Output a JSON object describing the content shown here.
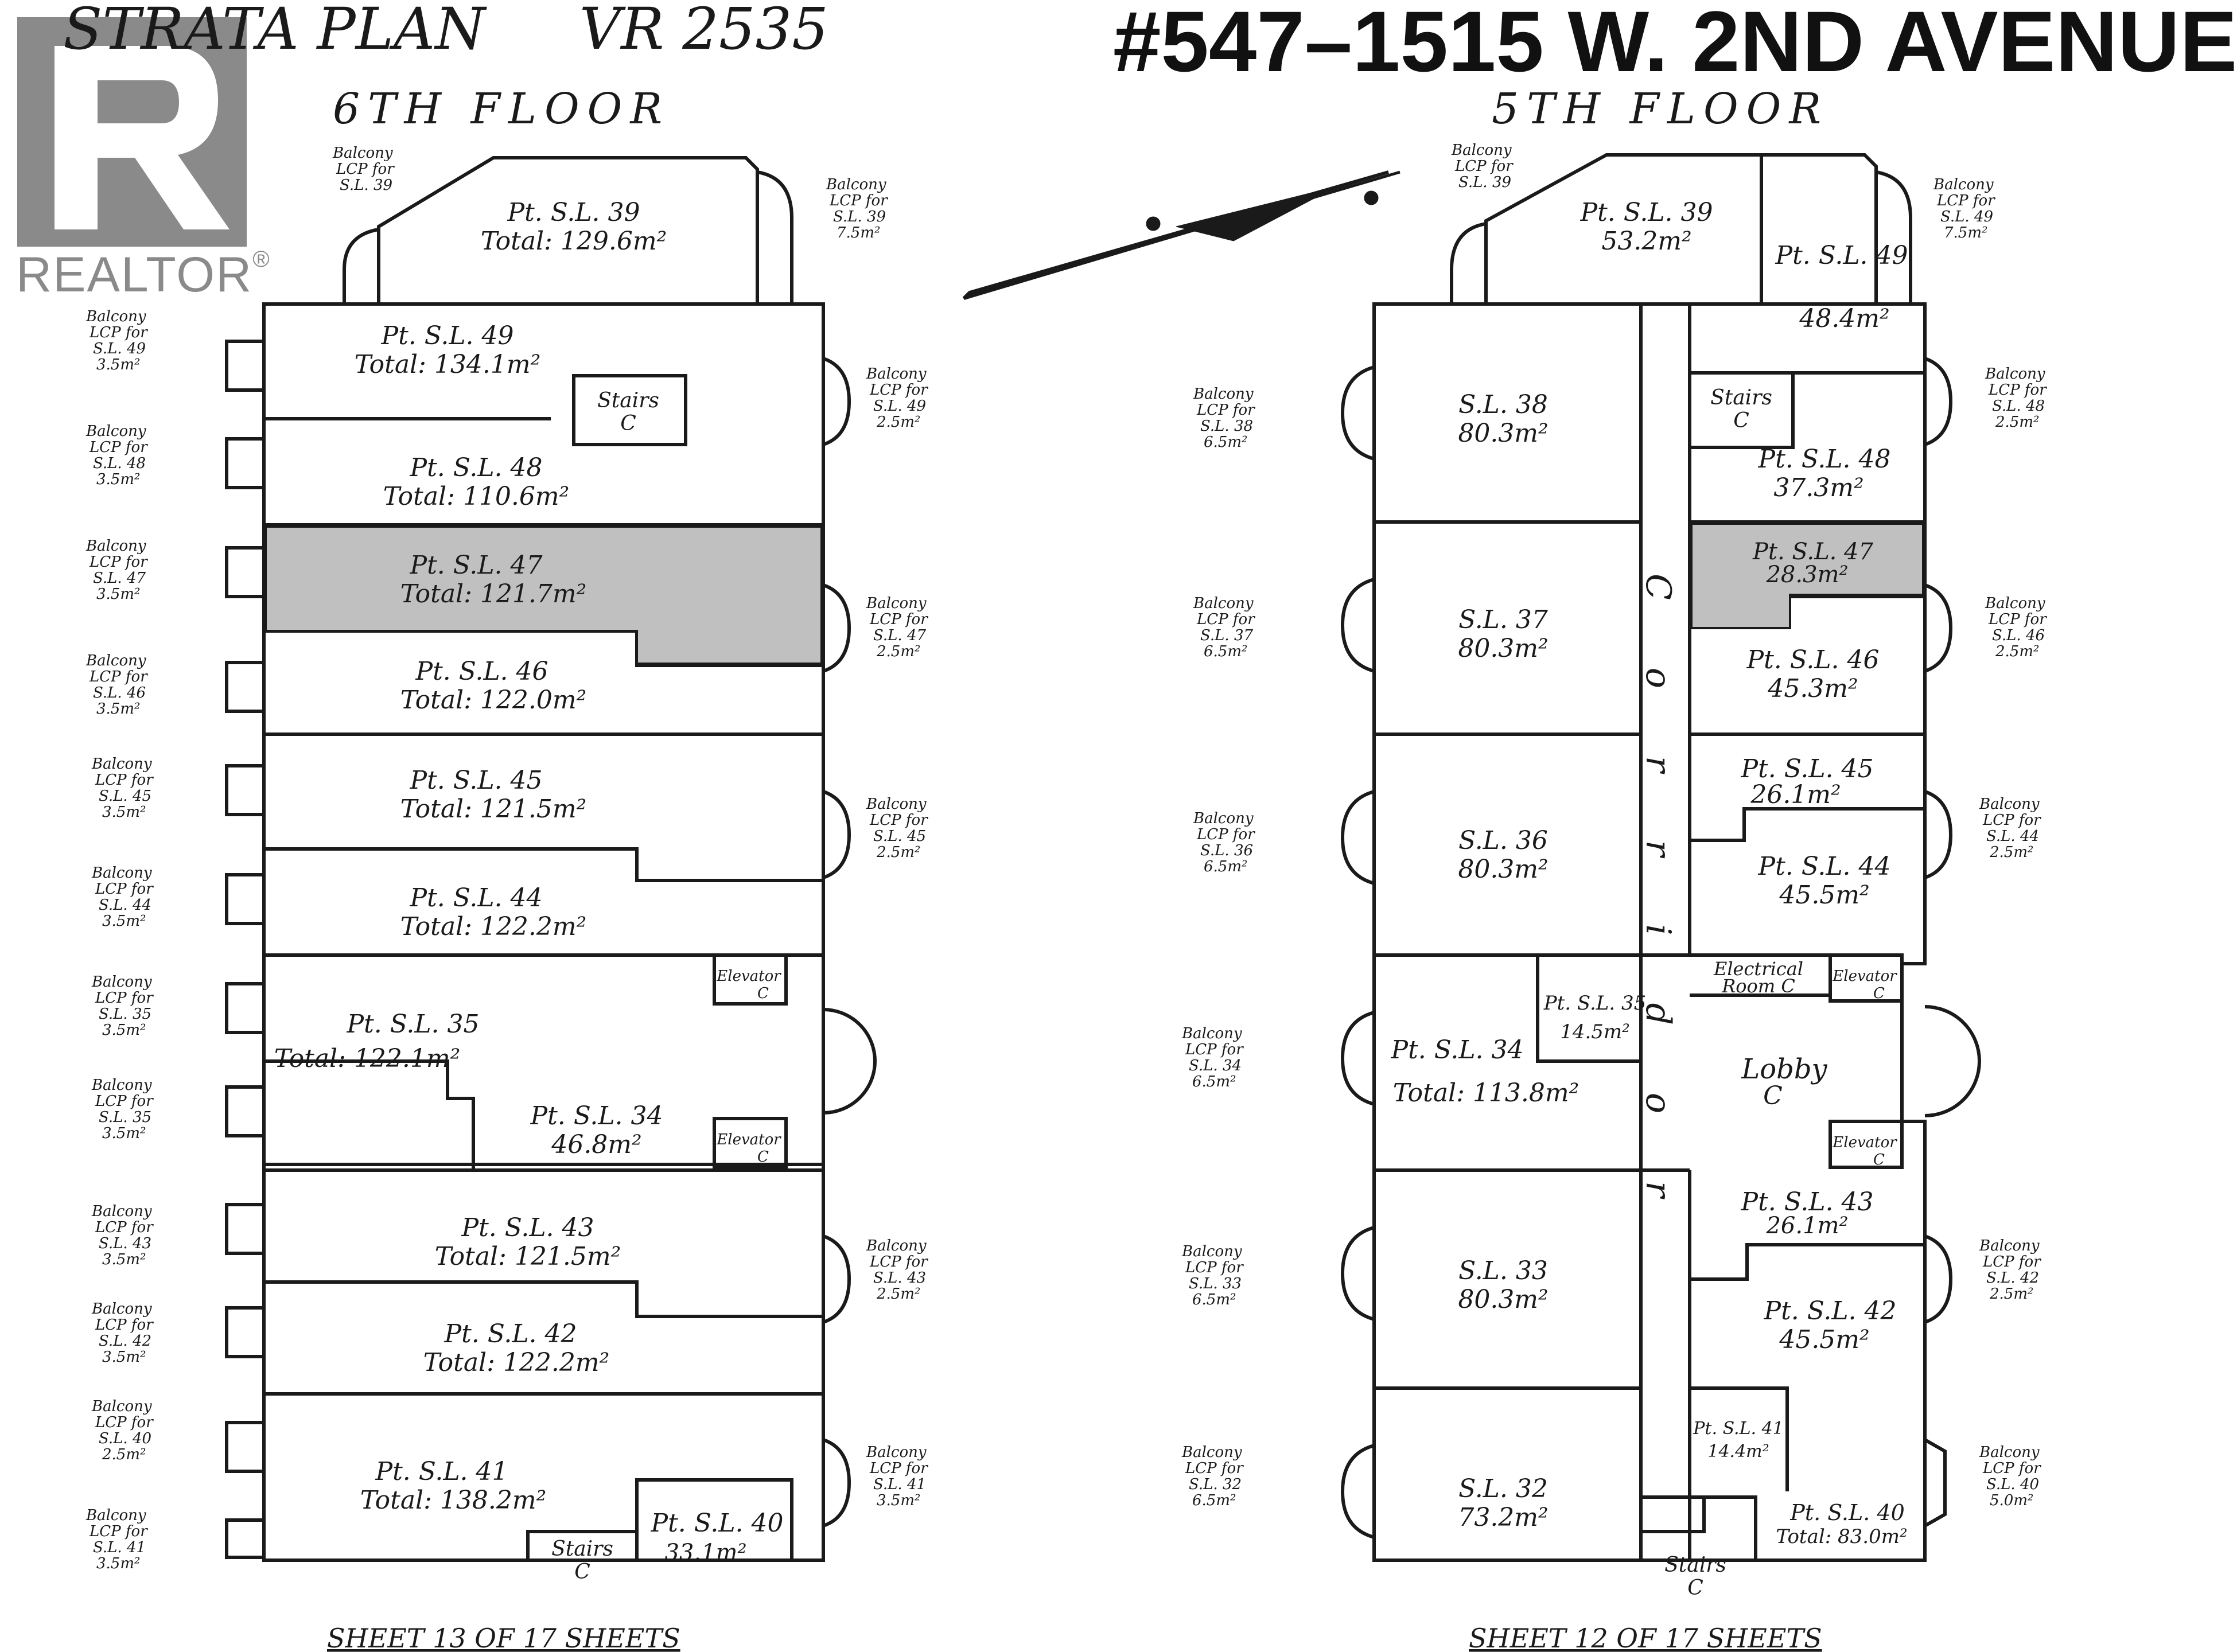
{
  "logo": {
    "icon": "realtor-r-icon",
    "text": "REALTOR",
    "mark": "®"
  },
  "header": {
    "plan_label": "STRATA PLAN",
    "plan_number": "VR 2535",
    "address": "#547–1515 W. 2ND AVENUE"
  },
  "sixth": {
    "floor_label": "6TH FLOOR",
    "units": [
      {
        "label": "Pt. S.L. 39",
        "area": "Total: 129.6m²"
      },
      {
        "label": "Pt. S.L. 49",
        "area": "Total: 134.1m²"
      },
      {
        "label": "Pt. S.L. 48",
        "area": "Total: 110.6m²"
      },
      {
        "label": "Pt. S.L. 47",
        "area": "Total: 121.7m²"
      },
      {
        "label": "Pt. S.L. 46",
        "area": "Total: 122.0m²"
      },
      {
        "label": "Pt. S.L. 45",
        "area": "Total: 121.5m²"
      },
      {
        "label": "Pt. S.L. 44",
        "area": "Total: 122.2m²"
      },
      {
        "label": "Pt. S.L. 35",
        "area": "Total: 122.1m²"
      },
      {
        "label": "Pt. S.L. 34",
        "area": "46.8m²"
      },
      {
        "label": "Pt. S.L. 43",
        "area": "Total: 121.5m²"
      },
      {
        "label": "Pt. S.L. 42",
        "area": "Total: 122.2m²"
      },
      {
        "label": "Pt. S.L. 41",
        "area": "Total: 138.2m²"
      },
      {
        "label": "Pt. S.L. 40",
        "area": "33.1m²"
      }
    ],
    "stairs": [
      {
        "name": "Stairs",
        "code": "C"
      },
      {
        "name": "Stairs",
        "code": "C"
      }
    ],
    "elevators": [
      {
        "name": "Elevator",
        "code": "C"
      },
      {
        "name": "Elevator",
        "code": "C"
      }
    ],
    "balconies": [
      {
        "title": "Balcony",
        "lcp": "LCP for",
        "sl": "S.L. 39",
        "area": ""
      },
      {
        "title": "Balcony",
        "lcp": "LCP for",
        "sl": "S.L. 39",
        "area": "7.5m²"
      },
      {
        "title": "Balcony",
        "lcp": "LCP for",
        "sl": "S.L. 49",
        "area": "3.5m²"
      },
      {
        "title": "Balcony",
        "lcp": "LCP for",
        "sl": "S.L. 49",
        "area": "2.5m²"
      },
      {
        "title": "Balcony",
        "lcp": "LCP for",
        "sl": "S.L. 48",
        "area": "3.5m²"
      },
      {
        "title": "Balcony",
        "lcp": "LCP for",
        "sl": "S.L. 47",
        "area": "3.5m²"
      },
      {
        "title": "Balcony",
        "lcp": "LCP for",
        "sl": "S.L. 47",
        "area": "2.5m²"
      },
      {
        "title": "Balcony",
        "lcp": "LCP for",
        "sl": "S.L. 46",
        "area": "3.5m²"
      },
      {
        "title": "Balcony",
        "lcp": "LCP for",
        "sl": "S.L. 45",
        "area": "3.5m²"
      },
      {
        "title": "Balcony",
        "lcp": "LCP for",
        "sl": "S.L. 45",
        "area": "2.5m²"
      },
      {
        "title": "Balcony",
        "lcp": "LCP for",
        "sl": "S.L. 44",
        "area": "3.5m²"
      },
      {
        "title": "Balcony",
        "lcp": "LCP for",
        "sl": "S.L. 35",
        "area": "3.5m²"
      },
      {
        "title": "Balcony",
        "lcp": "LCP for",
        "sl": "S.L. 35",
        "area": "3.5m²"
      },
      {
        "title": "Balcony",
        "lcp": "LCP for",
        "sl": "S.L. 43",
        "area": "3.5m²"
      },
      {
        "title": "Balcony",
        "lcp": "LCP for",
        "sl": "S.L. 43",
        "area": "2.5m²"
      },
      {
        "title": "Balcony",
        "lcp": "LCP for",
        "sl": "S.L. 42",
        "area": "3.5m²"
      },
      {
        "title": "Balcony",
        "lcp": "LCP for",
        "sl": "S.L. 41",
        "area": "3.5m²"
      },
      {
        "title": "Balcony",
        "lcp": "LCP for",
        "sl": "S.L. 40",
        "area": "2.5m²"
      },
      {
        "title": "Balcony",
        "lcp": "LCP for",
        "sl": "S.L. 41",
        "area": "3.5m²"
      }
    ],
    "sheet": "SHEET 13 OF 17 SHEETS"
  },
  "fifth": {
    "floor_label": "5TH FLOOR",
    "units": [
      {
        "label": "Pt. S.L. 39",
        "area": "53.2m²"
      },
      {
        "label": "Pt. S.L. 49",
        "area": "48.4m²"
      },
      {
        "label": "S.L. 38",
        "area": "80.3m²"
      },
      {
        "label": "Pt. S.L. 48",
        "area": "37.3m²"
      },
      {
        "label": "Pt. S.L. 47",
        "area": "28.3m²"
      },
      {
        "label": "S.L. 37",
        "area": "80.3m²"
      },
      {
        "label": "Pt. S.L. 46",
        "area": "45.3m²"
      },
      {
        "label": "S.L. 36",
        "area": "80.3m²"
      },
      {
        "label": "Pt. S.L. 45",
        "area": "26.1m²"
      },
      {
        "label": "Pt. S.L. 44",
        "area": "45.5m²"
      },
      {
        "label": "Pt. S.L. 35",
        "area": "14.5m²"
      },
      {
        "label": "Pt. S.L. 34",
        "area": "Total: 113.8m²"
      },
      {
        "label": "S.L. 33",
        "area": "80.3m²"
      },
      {
        "label": "Pt. S.L. 43",
        "area": "26.1m²"
      },
      {
        "label": "Pt. S.L. 42",
        "area": "45.5m²"
      },
      {
        "label": "S.L. 32",
        "area": "73.2m²"
      },
      {
        "label": "Pt. S.L. 41",
        "area": "14.4m²"
      },
      {
        "label": "Pt. S.L. 40",
        "area": "Total: 83.0m²"
      }
    ],
    "stairs": [
      {
        "name": "Stairs",
        "code": "C"
      },
      {
        "name": "Stairs",
        "code": "C"
      }
    ],
    "elevators": [
      {
        "name": "Elevator",
        "code": "C"
      },
      {
        "name": "Elevator",
        "code": "C"
      }
    ],
    "electrical": {
      "line1": "Electrical",
      "line2": "Room C"
    },
    "lobby": {
      "name": "Lobby",
      "code": "C"
    },
    "corridor": "Corridor",
    "balconies": [
      {
        "title": "Balcony",
        "lcp": "LCP for",
        "sl": "S.L. 39",
        "area": ""
      },
      {
        "title": "Balcony",
        "lcp": "LCP for",
        "sl": "S.L. 49",
        "area": "7.5m²"
      },
      {
        "title": "Balcony",
        "lcp": "LCP for",
        "sl": "S.L. 38",
        "area": "6.5m²"
      },
      {
        "title": "Balcony",
        "lcp": "LCP for",
        "sl": "S.L. 48",
        "area": "2.5m²"
      },
      {
        "title": "Balcony",
        "lcp": "LCP for",
        "sl": "S.L. 37",
        "area": "6.5m²"
      },
      {
        "title": "Balcony",
        "lcp": "LCP for",
        "sl": "S.L. 46",
        "area": "2.5m²"
      },
      {
        "title": "Balcony",
        "lcp": "LCP for",
        "sl": "S.L. 36",
        "area": "6.5m²"
      },
      {
        "title": "Balcony",
        "lcp": "LCP for",
        "sl": "S.L. 44",
        "area": "2.5m²"
      },
      {
        "title": "Balcony",
        "lcp": "LCP for",
        "sl": "S.L. 34",
        "area": "6.5m²"
      },
      {
        "title": "Balcony",
        "lcp": "LCP for",
        "sl": "S.L. 33",
        "area": "6.5m²"
      },
      {
        "title": "Balcony",
        "lcp": "LCP for",
        "sl": "S.L. 42",
        "area": "2.5m²"
      },
      {
        "title": "Balcony",
        "lcp": "LCP for",
        "sl": "S.L. 32",
        "area": "6.5m²"
      },
      {
        "title": "Balcony",
        "lcp": "LCP for",
        "sl": "S.L. 40",
        "area": "5.0m²"
      }
    ],
    "sheet": "SHEET 12 OF 17 SHEETS"
  },
  "colors": {
    "ink": "#1a1a1a",
    "highlight": "#c0c0c0",
    "logo_gray": "#8a8a8a"
  }
}
